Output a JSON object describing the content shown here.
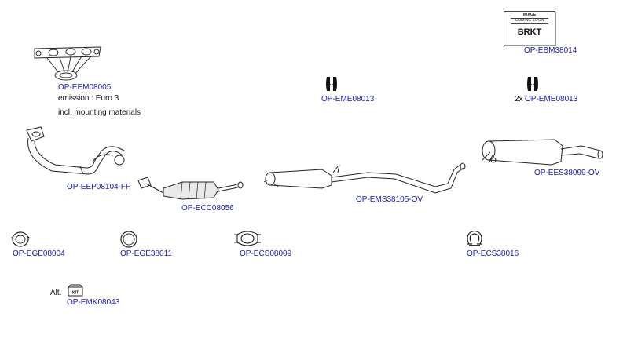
{
  "parts": {
    "manifold": {
      "code": "OP-EEM08005",
      "notes": [
        "emission : Euro 3",
        "incl. mounting materials"
      ]
    },
    "bracket": {
      "code": "OP-EBM38014",
      "image_top": "IMAGE",
      "image_sub": "COMING SOON",
      "image_label": "BRKT"
    },
    "hanger_a": {
      "code": "OP-EME08013"
    },
    "hanger_b": {
      "qty": "2x",
      "code": "OP-EME08013"
    },
    "front_pipe": {
      "code": "OP-EEP08104-FP"
    },
    "catalyst": {
      "code": "OP-ECC08056"
    },
    "middle_silencer": {
      "code": "OP-EMS38105-OV"
    },
    "rear_silencer": {
      "code": "OP-EES38099-OV"
    },
    "gasket_a": {
      "code": "OP-EGE08004"
    },
    "gasket_b": {
      "code": "OP-EGE38011"
    },
    "clamp_a": {
      "code": "OP-ECS08009"
    },
    "clamp_b": {
      "code": "OP-ECS38016"
    },
    "kit": {
      "alt": "Alt.",
      "code": "OP-EMK08043",
      "icon_text": "KIT"
    }
  },
  "colors": {
    "link": "#1a1aa6",
    "line": "#222222"
  }
}
